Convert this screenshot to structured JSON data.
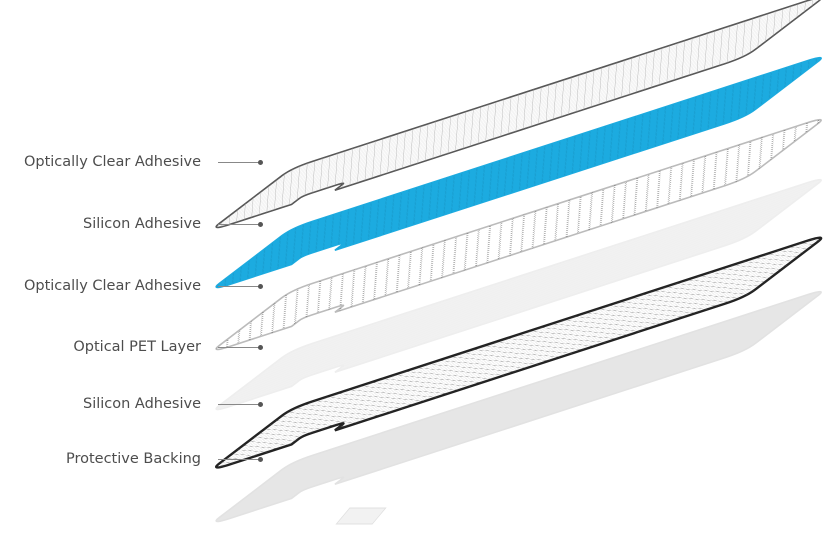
{
  "layers": [
    {
      "label": "Optically Clear Adhesive",
      "pattern": "grid-fine",
      "fill": "#ffffff",
      "stroke": "#555555"
    },
    {
      "label": "Silicon Adhesive",
      "pattern": "blue-mesh",
      "fill": "#1cabe0",
      "stroke": "#1cabe0"
    },
    {
      "label": "Optically Clear Adhesive",
      "pattern": "dots",
      "fill": "#ffffff",
      "stroke": "#bbbbbb"
    },
    {
      "label": "Optical PET Layer",
      "pattern": "none",
      "fill": "#eeeeee",
      "stroke": "#eeeeee"
    },
    {
      "label": "Silicon Adhesive",
      "pattern": "grid-dark",
      "fill": "#ffffff",
      "stroke": "#222222"
    },
    {
      "label": "Protective Backing",
      "pattern": "none",
      "fill": "#e2e2e2",
      "stroke": "#e2e2e2"
    }
  ],
  "colors": {
    "label_text": "#4d4d4d",
    "leader": "#888888",
    "blue": "#1cabe0"
  }
}
